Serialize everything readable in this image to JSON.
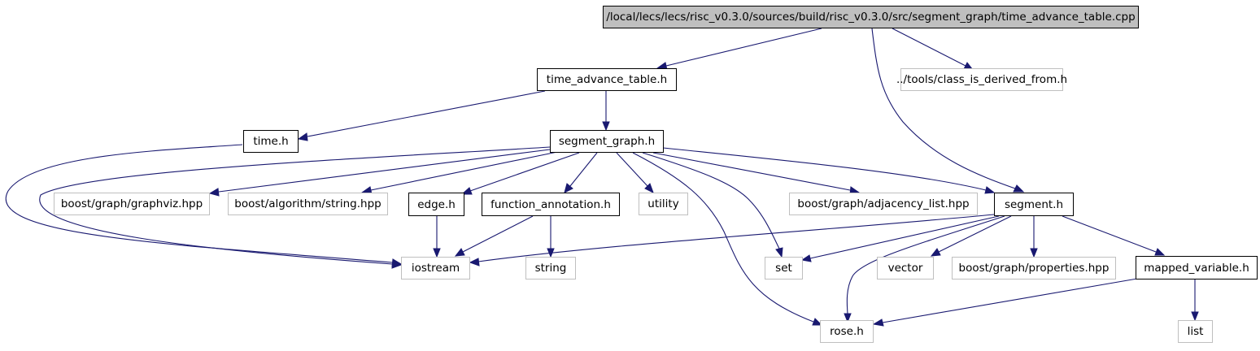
{
  "graph": {
    "colors": {
      "edge": "#191970",
      "root_fill": "#bfbfbf",
      "local_border": "#000000",
      "external_border": "#bfbfbf"
    },
    "nodes": {
      "root": "/local/lecs/lecs/risc_v0.3.0/sources/build/risc_v0.3.0/src/segment_graph/time_advance_table.cpp",
      "time_advance_table_h": "time_advance_table.h",
      "class_is_derived_from_h": "../tools/class_is_derived_from.h",
      "time_h": "time.h",
      "segment_graph_h": "segment_graph.h",
      "graphviz_hpp": "boost/graph/graphviz.hpp",
      "string_hpp": "boost/algorithm/string.hpp",
      "edge_h": "edge.h",
      "function_annotation_h": "function_annotation.h",
      "utility": "utility",
      "adjacency_list_hpp": "boost/graph/adjacency_list.hpp",
      "segment_h": "segment.h",
      "iostream": "iostream",
      "string": "string",
      "set": "set",
      "vector": "vector",
      "properties_hpp": "boost/graph/properties.hpp",
      "mapped_variable_h": "mapped_variable.h",
      "rose_h": "rose.h",
      "list": "list"
    }
  }
}
